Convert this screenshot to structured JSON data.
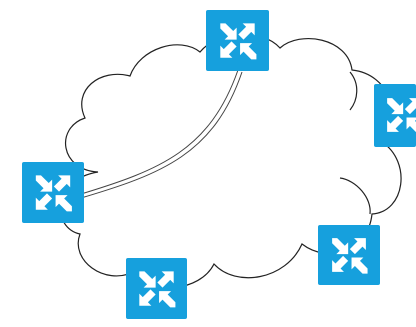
{
  "diagram": {
    "cloud": {
      "stroke_color": "#222222",
      "fill_color": "#ffffff"
    },
    "connection": {
      "from": "switch-1",
      "to": "switch-2",
      "style": "double-line",
      "color": "#444444"
    },
    "nodes": [
      {
        "id": "switch-1",
        "icon": "network-switch-icon",
        "fill_color": "#16a0dd",
        "glyph_color": "#ffffff"
      },
      {
        "id": "switch-2",
        "icon": "network-switch-icon",
        "fill_color": "#16a0dd",
        "glyph_color": "#ffffff"
      },
      {
        "id": "switch-3",
        "icon": "network-switch-icon",
        "fill_color": "#16a0dd",
        "glyph_color": "#ffffff"
      },
      {
        "id": "switch-4",
        "icon": "network-switch-icon",
        "fill_color": "#16a0dd",
        "glyph_color": "#ffffff"
      },
      {
        "id": "switch-5",
        "icon": "network-switch-icon",
        "fill_color": "#16a0dd",
        "glyph_color": "#ffffff"
      }
    ]
  }
}
